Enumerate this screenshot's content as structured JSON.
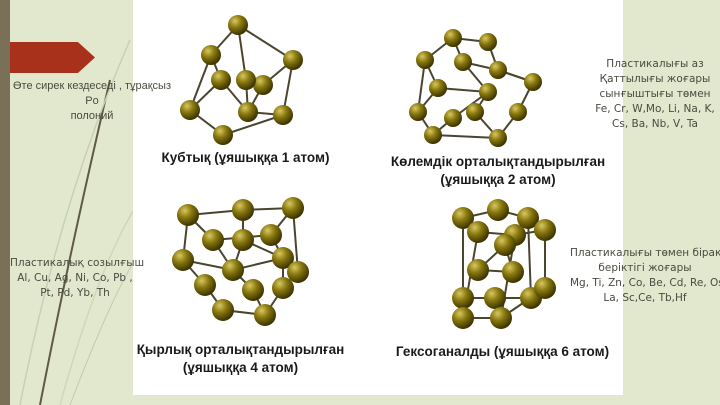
{
  "slide": {
    "colors": {
      "background": "#e2e8cd",
      "sidebar_bar": "#7a7058",
      "accent_arrow": "#a8311b",
      "atom": "#8a7a10"
    },
    "figure": {
      "captions": {
        "simple_cubic": "Кубтық (ұяшыққа 1 атом)",
        "bcc_line1": "Көлемдік орталықтандырылған",
        "bcc_line2": "(ұяшыққа 2 атом)",
        "fcc_line1": "Қырлық орталықтандырылған",
        "fcc_line2": "(ұяшыққа 4 атом)",
        "hcp": "Гексоганалды (ұяшыққа 6 атом)"
      }
    },
    "notes": {
      "top_left": [
        "Өте сирек кездеседі , тұрақсыз",
        "Po",
        "полоний"
      ],
      "top_right": [
        "Пластикалығы аз",
        "Қаттылығы жоғары",
        "сынғыштығы төмен",
        "Fe, Cr, W,Mo, Li, Na, K,",
        "Cs, Ba, Nb, V, Ta"
      ],
      "bottom_left": [
        "Пластикалық созылғыш",
        "Al, Cu, Ag, Ni, Co, Pb ,",
        "Pt, Pd, Yb, Th"
      ],
      "bottom_right": [
        "Пластикалығы төмен бірақ",
        "беріктігі жоғары",
        "Mg, Ti, Zn, Co, Be, Cd, Re, Os",
        "La, Sc,Ce, Tb,Hf"
      ]
    }
  }
}
